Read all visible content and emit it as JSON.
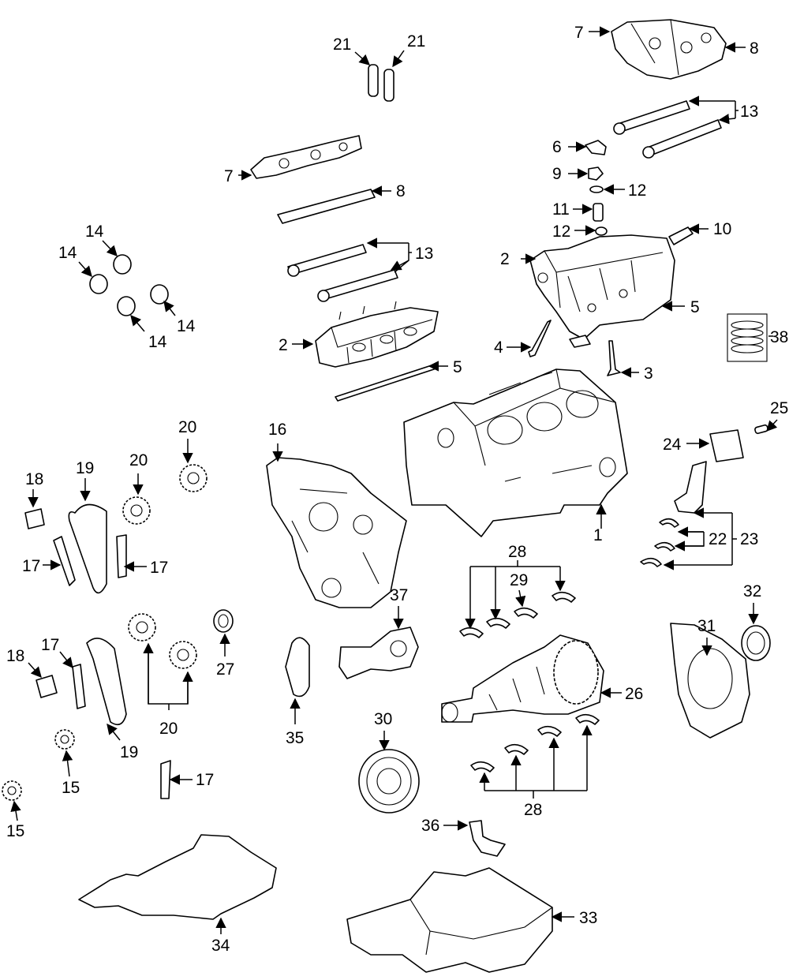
{
  "callouts": [
    {
      "id": "c1",
      "text": "1"
    },
    {
      "id": "c2a",
      "text": "2"
    },
    {
      "id": "c2b",
      "text": "2"
    },
    {
      "id": "c3",
      "text": "3"
    },
    {
      "id": "c4",
      "text": "4"
    },
    {
      "id": "c5a",
      "text": "5"
    },
    {
      "id": "c5b",
      "text": "5"
    },
    {
      "id": "c6",
      "text": "6"
    },
    {
      "id": "c7a",
      "text": "7"
    },
    {
      "id": "c7b",
      "text": "7"
    },
    {
      "id": "c8a",
      "text": "8"
    },
    {
      "id": "c8b",
      "text": "8"
    },
    {
      "id": "c9",
      "text": "9"
    },
    {
      "id": "c10",
      "text": "10"
    },
    {
      "id": "c11",
      "text": "11"
    },
    {
      "id": "c12a",
      "text": "12"
    },
    {
      "id": "c12b",
      "text": "12"
    },
    {
      "id": "c13a",
      "text": "13"
    },
    {
      "id": "c13b",
      "text": "13"
    },
    {
      "id": "c14a",
      "text": "14"
    },
    {
      "id": "c14b",
      "text": "14"
    },
    {
      "id": "c14c",
      "text": "14"
    },
    {
      "id": "c14d",
      "text": "14"
    },
    {
      "id": "c15a",
      "text": "15"
    },
    {
      "id": "c15b",
      "text": "15"
    },
    {
      "id": "c16",
      "text": "16"
    },
    {
      "id": "c17a",
      "text": "17"
    },
    {
      "id": "c17b",
      "text": "17"
    },
    {
      "id": "c17c",
      "text": "17"
    },
    {
      "id": "c17d",
      "text": "17"
    },
    {
      "id": "c18a",
      "text": "18"
    },
    {
      "id": "c18b",
      "text": "18"
    },
    {
      "id": "c19a",
      "text": "19"
    },
    {
      "id": "c19b",
      "text": "19"
    },
    {
      "id": "c20a",
      "text": "20"
    },
    {
      "id": "c20b",
      "text": "20"
    },
    {
      "id": "c20c",
      "text": "20"
    },
    {
      "id": "c21a",
      "text": "21"
    },
    {
      "id": "c21b",
      "text": "21"
    },
    {
      "id": "c22",
      "text": "22"
    },
    {
      "id": "c23",
      "text": "23"
    },
    {
      "id": "c24",
      "text": "24"
    },
    {
      "id": "c25",
      "text": "25"
    },
    {
      "id": "c26",
      "text": "26"
    },
    {
      "id": "c27",
      "text": "27"
    },
    {
      "id": "c28a",
      "text": "28"
    },
    {
      "id": "c28b",
      "text": "28"
    },
    {
      "id": "c29",
      "text": "29"
    },
    {
      "id": "c30",
      "text": "30"
    },
    {
      "id": "c31",
      "text": "31"
    },
    {
      "id": "c32",
      "text": "32"
    },
    {
      "id": "c33",
      "text": "33"
    },
    {
      "id": "c34",
      "text": "34"
    },
    {
      "id": "c35",
      "text": "35"
    },
    {
      "id": "c36",
      "text": "36"
    },
    {
      "id": "c37",
      "text": "37"
    },
    {
      "id": "c38",
      "text": "38"
    }
  ]
}
